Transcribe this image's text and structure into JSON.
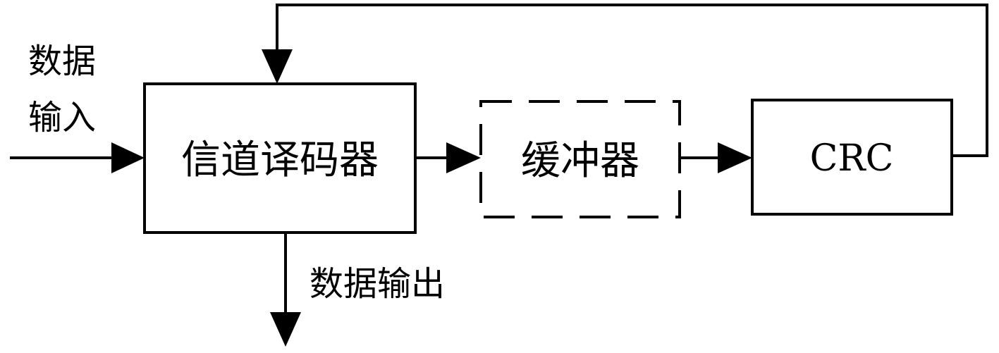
{
  "blocks": {
    "decoder": "信道译码器",
    "buffer": "缓冲器",
    "crc": "CRC"
  },
  "labels": {
    "input_line1": "数据",
    "input_line2": "输入",
    "output": "数据输出"
  },
  "connections": [
    {
      "from": "数据输入",
      "to": "信道译码器"
    },
    {
      "from": "信道译码器",
      "to": "缓冲器"
    },
    {
      "from": "缓冲器",
      "to": "CRC"
    },
    {
      "from": "CRC",
      "to": "信道译码器",
      "kind": "feedback"
    },
    {
      "from": "信道译码器",
      "to": "数据输出"
    }
  ]
}
